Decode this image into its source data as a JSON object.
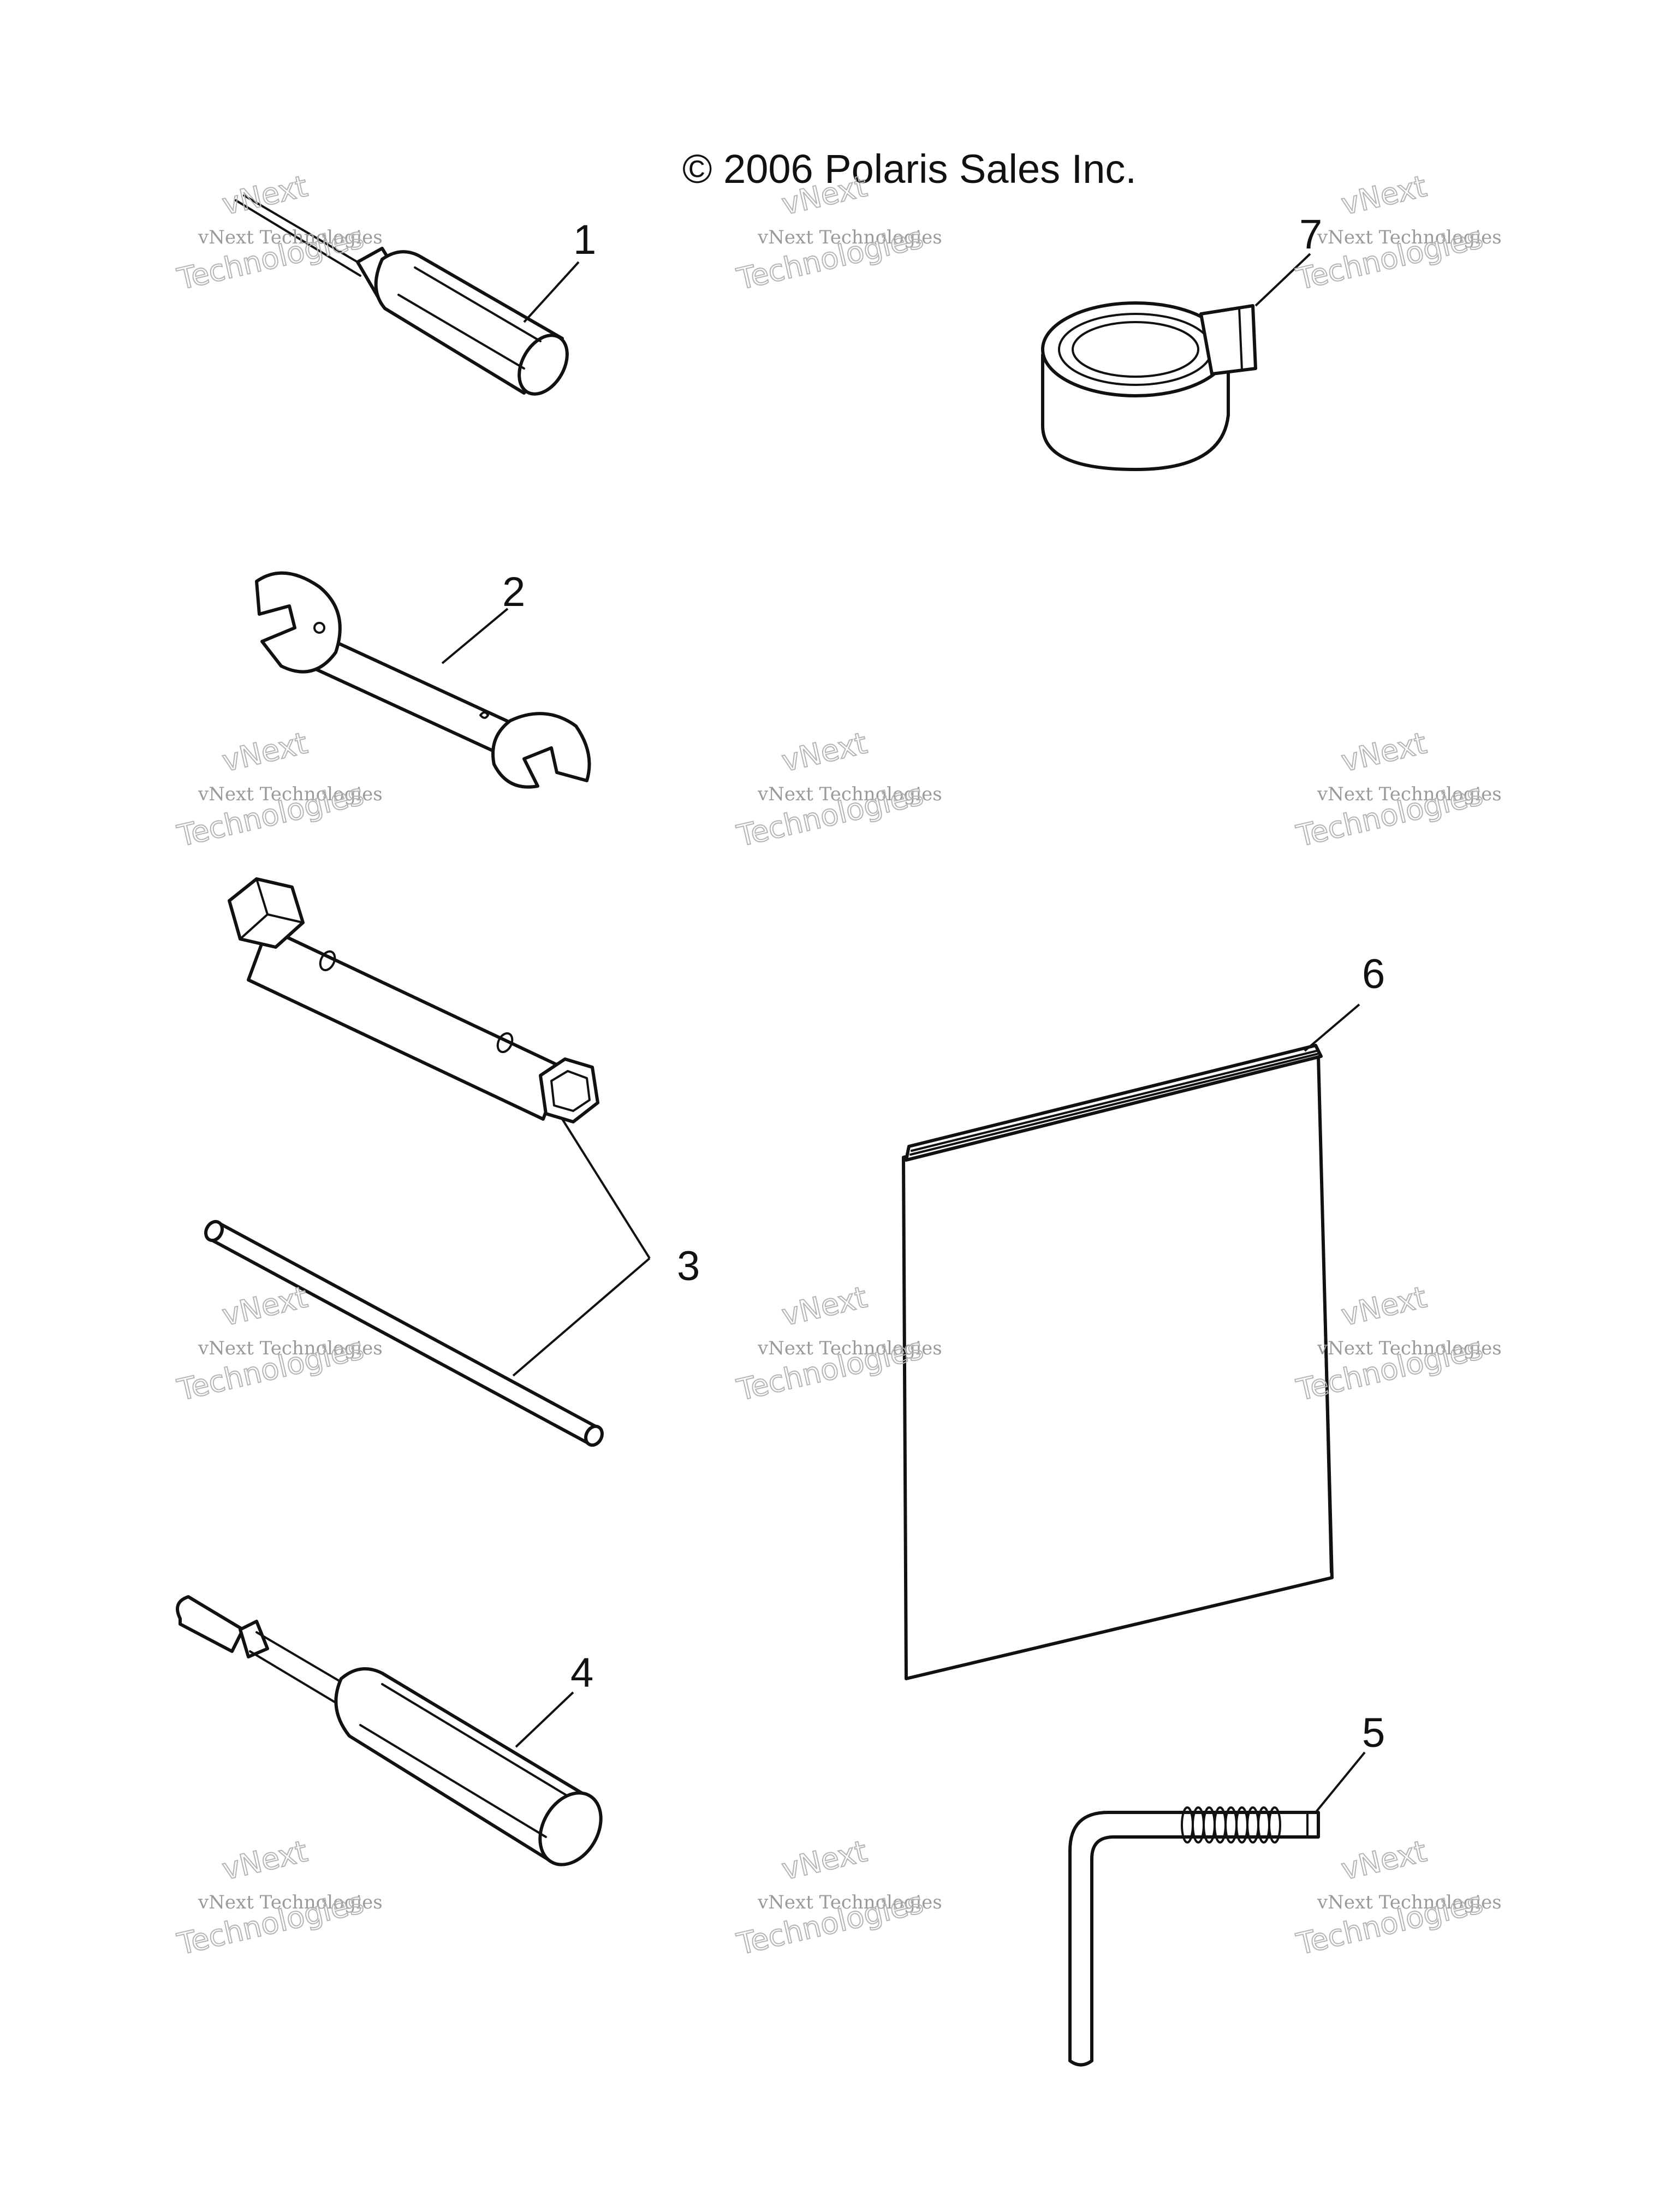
{
  "copyright": "© 2006 Polaris Sales Inc.",
  "callouts": [
    "1",
    "2",
    "3",
    "4",
    "5",
    "6",
    "7"
  ],
  "watermark": {
    "line0": "vNext",
    "line1": "vNext Technologies",
    "line2": "Technologies"
  }
}
